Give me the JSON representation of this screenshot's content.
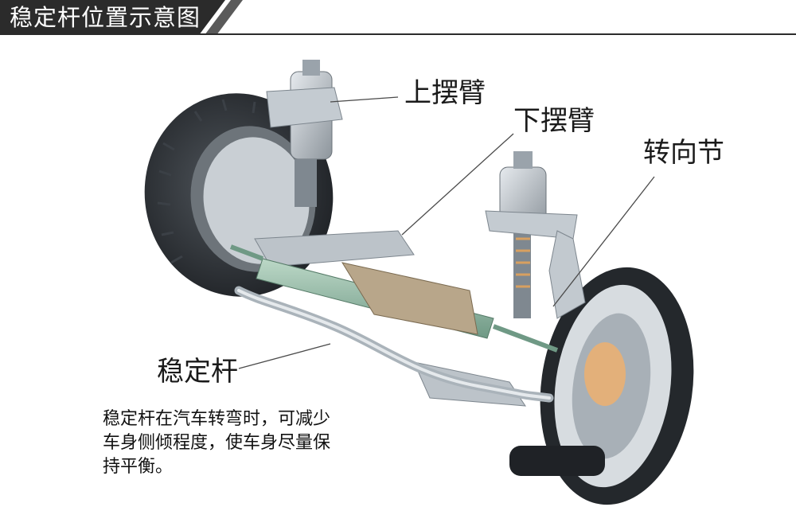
{
  "title": "稳定杆位置示意图",
  "labels": {
    "upper_arm": "上摆臂",
    "lower_arm": "下摆臂",
    "knuckle": "转向节",
    "stabilizer": "稳定杆"
  },
  "note": "稳定杆在汽车转弯时，可减少车身侧倾程度，使车身尽量保持平衡。",
  "colors": {
    "banner": "#2b2b2b",
    "banner_stripe": "#555555",
    "tire": "#2e3237",
    "metal": "#b9c0c6",
    "steering_rack": "#8fb8a2"
  }
}
